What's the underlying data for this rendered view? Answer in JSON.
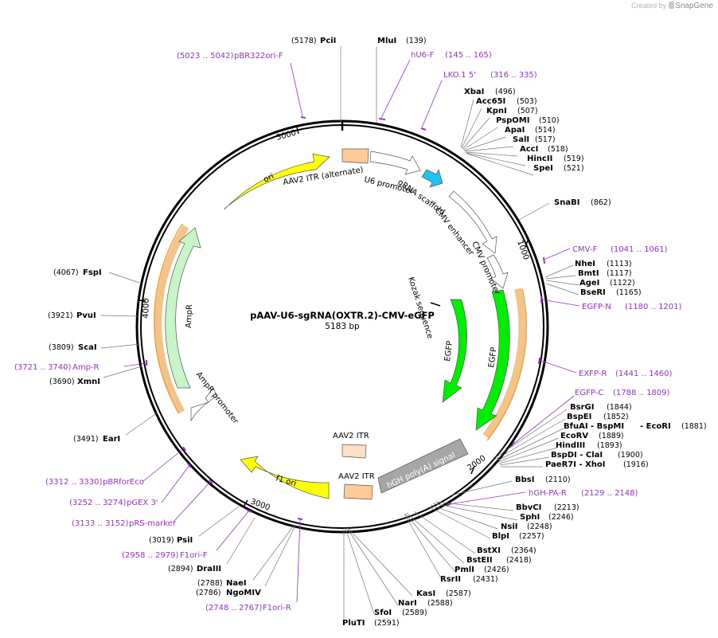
{
  "credit": {
    "prefix": "Created by",
    "brand": "SnapGene"
  },
  "plasmid": {
    "name": "pAAV-U6-sgRNA(OXTR.2)-CMV-eGFP",
    "size": "5183 bp"
  },
  "ticks": [
    "1000",
    "2000",
    "3000",
    "4000",
    "5000"
  ],
  "colors": {
    "yellow": "#ffff00",
    "green": "#00ee00",
    "pale_green": "#c8f5c8",
    "peach": "#ffcc99",
    "light_peach": "#ffe0c4",
    "gray": "#a6a6a6",
    "cyan": "#1fc3ee",
    "primer": "#9a32cd",
    "orange_ring": "#f0b060"
  },
  "features": [
    {
      "id": "ori",
      "label": "ori"
    },
    {
      "id": "aav2-itr-alt",
      "label": "AAV2 ITR (alternate)"
    },
    {
      "id": "u6-promoter",
      "label": "U6 promoter"
    },
    {
      "id": "grna-scaffold",
      "label": "gRNA scaffold"
    },
    {
      "id": "cmv-enhancer",
      "label": "CMV enhancer"
    },
    {
      "id": "cmv-promoter",
      "label": "CMV promoter"
    },
    {
      "id": "kozak",
      "label": "Kozak sequence"
    },
    {
      "id": "egfp-inner",
      "label": "EGFP"
    },
    {
      "id": "egfp-outer",
      "label": "EGFP"
    },
    {
      "id": "hgh-polya",
      "label": "hGH poly(A) signal"
    },
    {
      "id": "aav2-itr-inner",
      "label": "AAV2 ITR"
    },
    {
      "id": "aav2-itr",
      "label": "AAV2 ITR"
    },
    {
      "id": "f1-ori",
      "label": "f1 ori"
    },
    {
      "id": "ampr-promoter",
      "label": "AmpR promoter"
    },
    {
      "id": "ampr",
      "label": "AmpR"
    }
  ],
  "sites": [
    {
      "id": "pcii",
      "name": "PciI",
      "pos": "(5178)"
    },
    {
      "id": "mlui",
      "name": "MluI",
      "pos": "(139)"
    },
    {
      "id": "xbai",
      "name": "XbaI",
      "pos": "(496)"
    },
    {
      "id": "acc65i",
      "name": "Acc65I",
      "pos": "(503)"
    },
    {
      "id": "kpni",
      "name": "KpnI",
      "pos": "(507)"
    },
    {
      "id": "pspomi",
      "name": "PspOMI",
      "pos": "(510)"
    },
    {
      "id": "apai",
      "name": "ApaI",
      "pos": "(514)"
    },
    {
      "id": "sali",
      "name": "SalI",
      "pos": "(517)"
    },
    {
      "id": "acci",
      "name": "AccI",
      "pos": "(518)"
    },
    {
      "id": "hincii",
      "name": "HincII",
      "pos": "(519)"
    },
    {
      "id": "spei",
      "name": "SpeI",
      "pos": "(521)"
    },
    {
      "id": "snabi",
      "name": "SnaBI",
      "pos": "(862)"
    },
    {
      "id": "nhei",
      "name": "NheI",
      "pos": "(1113)"
    },
    {
      "id": "bmti",
      "name": "BmtI",
      "pos": "(1117)"
    },
    {
      "id": "agei",
      "name": "AgeI",
      "pos": "(1122)"
    },
    {
      "id": "bseri",
      "name": "BseRI",
      "pos": "(1165)"
    },
    {
      "id": "bsrgi",
      "name": "BsrGI",
      "pos": "(1844)"
    },
    {
      "id": "bspei",
      "name": "BspEI",
      "pos": "(1852)"
    },
    {
      "id": "bfuai",
      "name": "BfuAI  - BspMI",
      "pos": ""
    },
    {
      "id": "ecori",
      "name": "- EcoRI",
      "pos": "(1881)"
    },
    {
      "id": "ecorv",
      "name": "EcoRV",
      "pos": "(1889)"
    },
    {
      "id": "hindiii",
      "name": "HindIII",
      "pos": "(1893)"
    },
    {
      "id": "bspdi",
      "name": "BspDI  - ClaI",
      "pos": "(1900)"
    },
    {
      "id": "paer7i",
      "name": "PaeR7I  - XhoI",
      "pos": "(1916)"
    },
    {
      "id": "bbsi",
      "name": "BbsI",
      "pos": "(2110)"
    },
    {
      "id": "bbvci",
      "name": "BbvCI",
      "pos": "(2213)"
    },
    {
      "id": "sphi",
      "name": "SphI",
      "pos": "(2246)"
    },
    {
      "id": "nsii",
      "name": "NsiI",
      "pos": "(2248)"
    },
    {
      "id": "blpi",
      "name": "BlpI",
      "pos": "(2257)"
    },
    {
      "id": "bstxi",
      "name": "BstXI",
      "pos": "(2364)"
    },
    {
      "id": "bsteii",
      "name": "BstEII",
      "pos": "(2418)"
    },
    {
      "id": "pmli",
      "name": "PmlI",
      "pos": "(2426)"
    },
    {
      "id": "rsrii",
      "name": "RsrII",
      "pos": "(2431)"
    },
    {
      "id": "kasi",
      "name": "KasI",
      "pos": "(2587)"
    },
    {
      "id": "nari",
      "name": "NarI",
      "pos": "(2588)"
    },
    {
      "id": "sfoi",
      "name": "SfoI",
      "pos": "(2589)"
    },
    {
      "id": "pluti",
      "name": "PluTI",
      "pos": "(2591)"
    },
    {
      "id": "ngomiv",
      "name": "NgoMIV",
      "pos": "(2786)"
    },
    {
      "id": "naei",
      "name": "NaeI",
      "pos": "(2788)"
    },
    {
      "id": "draiii",
      "name": "DraIII",
      "pos": "(2894)"
    },
    {
      "id": "psii",
      "name": "PsiI",
      "pos": "(3019)"
    },
    {
      "id": "eari",
      "name": "EarI",
      "pos": "(3491)"
    },
    {
      "id": "xmni",
      "name": "XmnI",
      "pos": "(3690)"
    },
    {
      "id": "scai",
      "name": "ScaI",
      "pos": "(3809)"
    },
    {
      "id": "pvui",
      "name": "PvuI",
      "pos": "(3921)"
    },
    {
      "id": "fspi",
      "name": "FspI",
      "pos": "(4067)"
    }
  ],
  "primers": [
    {
      "id": "pbr322ori-f",
      "name": "pBR322ori-F",
      "range": "(5023 .. 5042)"
    },
    {
      "id": "hu6-f",
      "name": "hU6-F",
      "range": "(145 .. 165)"
    },
    {
      "id": "lko1-5",
      "name": "LKO.1 5'",
      "range": "(316 .. 335)"
    },
    {
      "id": "cmv-f",
      "name": "CMV-F",
      "range": "(1041 .. 1061)"
    },
    {
      "id": "egfp-n",
      "name": "EGFP-N",
      "range": "(1180 .. 1201)"
    },
    {
      "id": "exfp-r",
      "name": "EXFP-R",
      "range": "(1441 .. 1460)"
    },
    {
      "id": "egfp-c",
      "name": "EGFP-C",
      "range": "(1788 .. 1809)"
    },
    {
      "id": "hgh-pa-r",
      "name": "hGH-PA-R",
      "range": "(2129 .. 2148)"
    },
    {
      "id": "f1ori-r",
      "name": "F1ori-R",
      "range": "(2748 .. 2767)"
    },
    {
      "id": "f1ori-f",
      "name": "F1ori-F",
      "range": "(2958 .. 2979)"
    },
    {
      "id": "prs-marker",
      "name": "pRS-marker",
      "range": "(3133 .. 3152)"
    },
    {
      "id": "pgex-3",
      "name": "pGEX 3'",
      "range": "(3252 .. 3274)"
    },
    {
      "id": "pbrforeco",
      "name": "pBRforEco",
      "range": "(3312 .. 3330)"
    },
    {
      "id": "amp-r",
      "name": "Amp-R",
      "range": "(3721 .. 3740)"
    }
  ]
}
